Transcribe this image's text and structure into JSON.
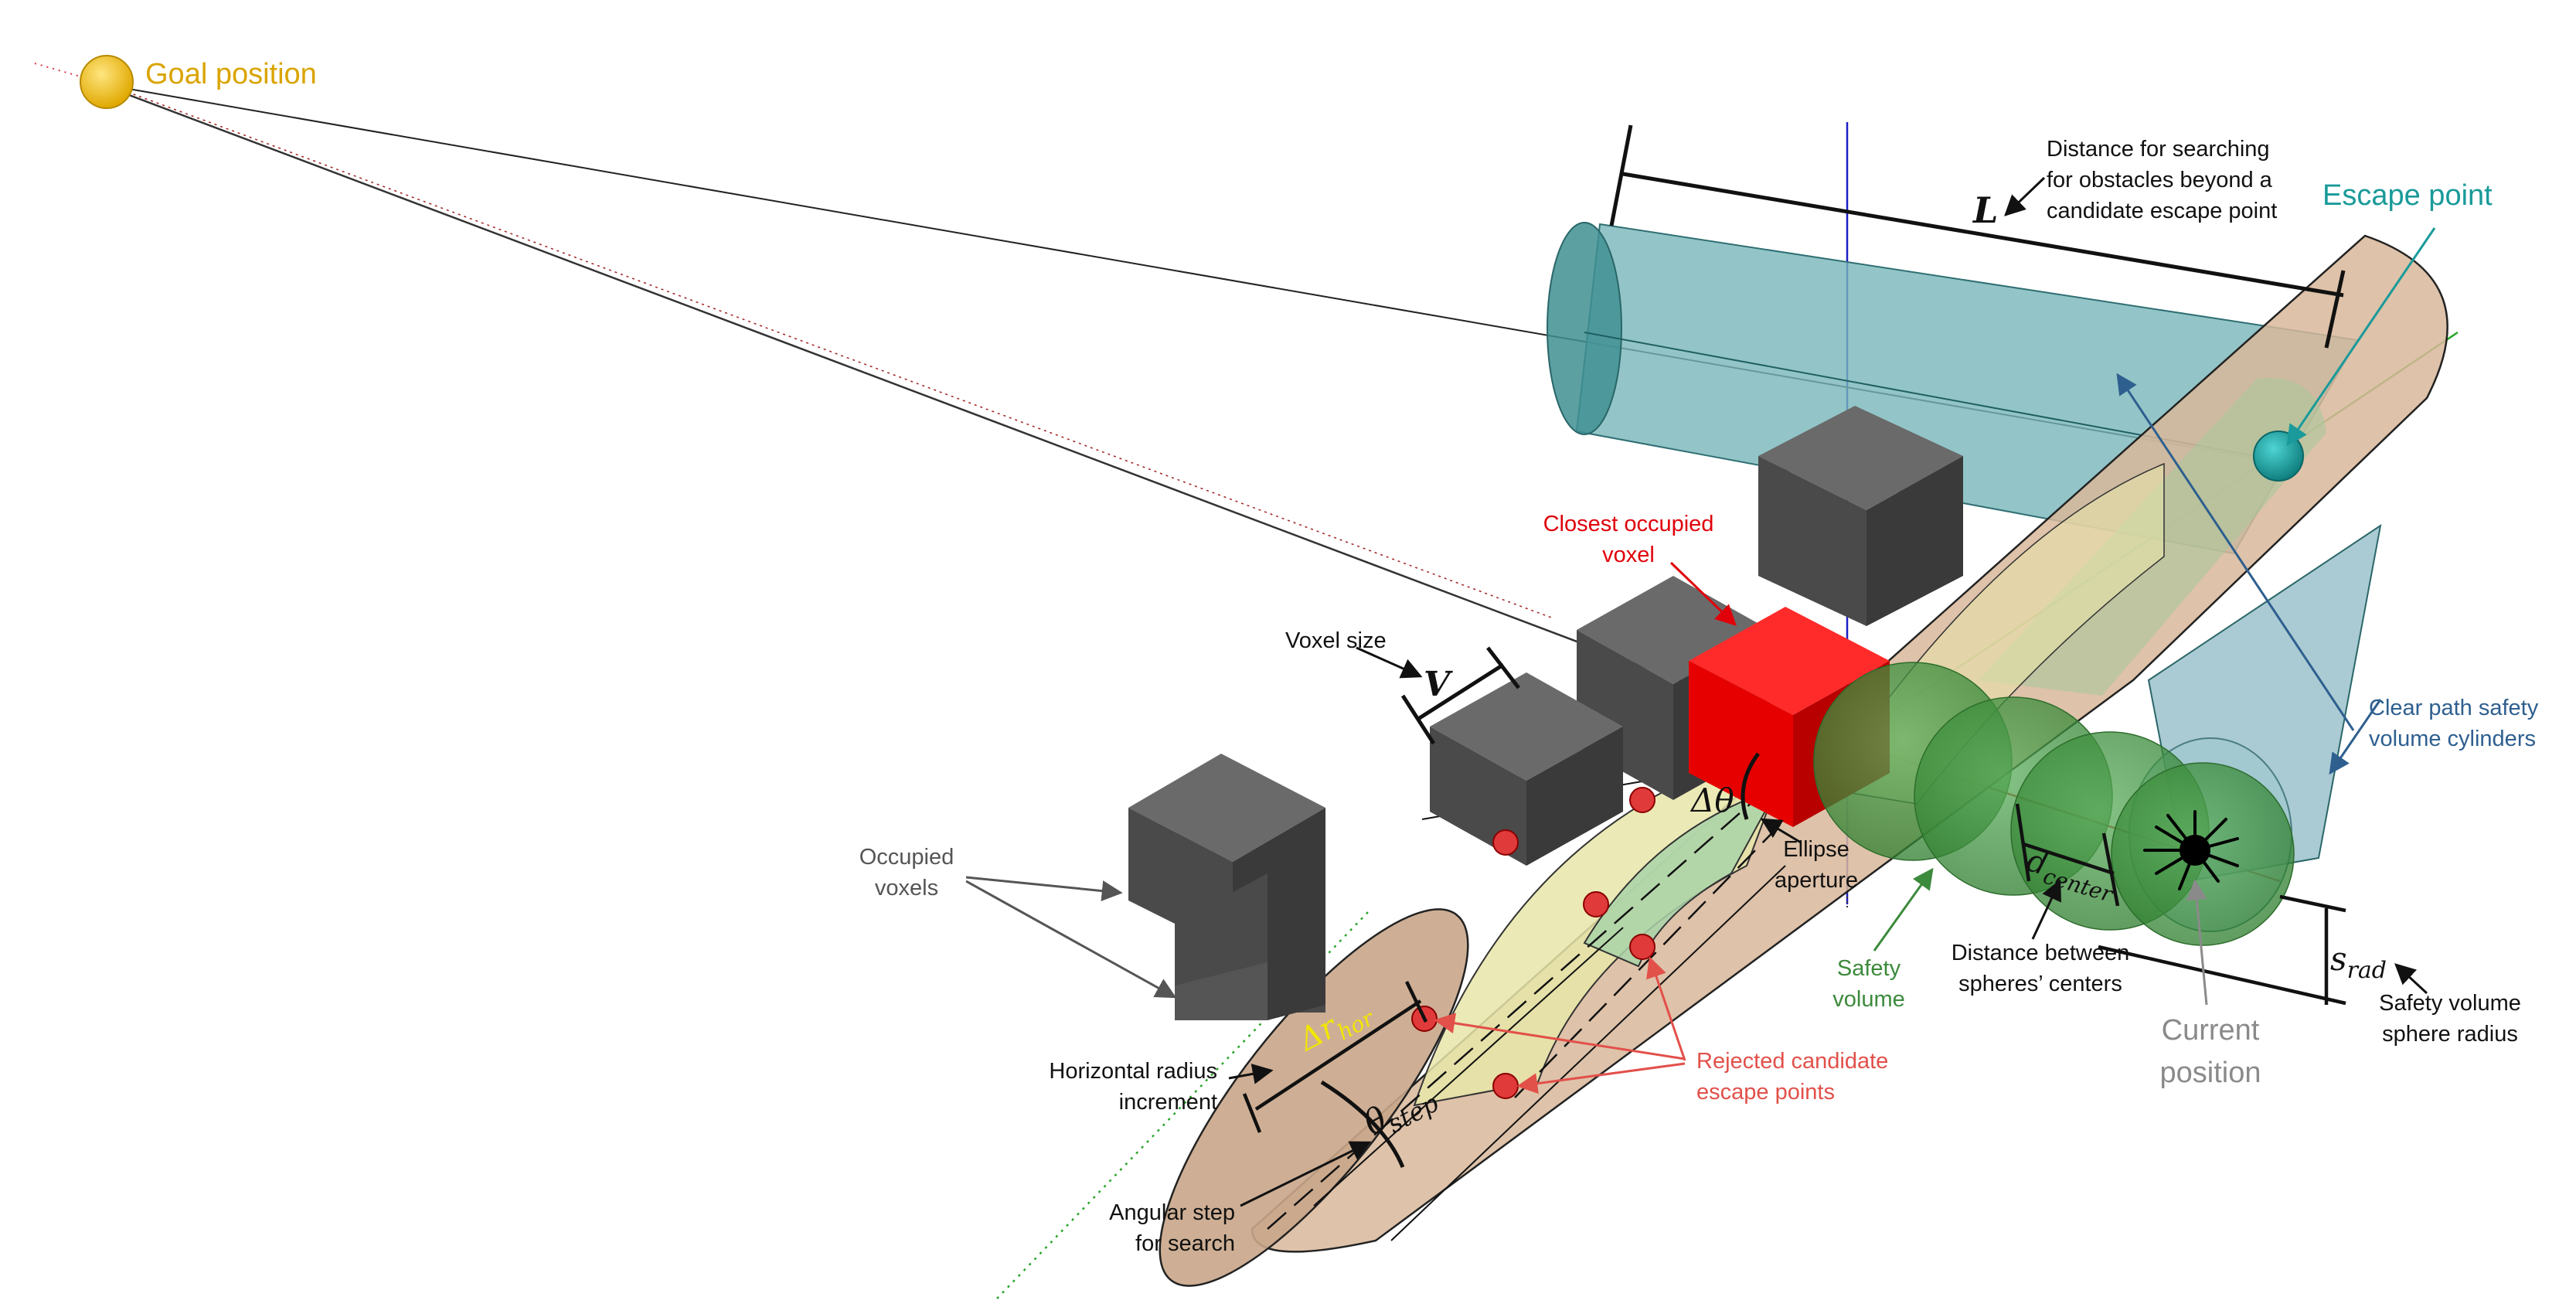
{
  "colors": {
    "goal": "#d9a400",
    "escape": "#1a9a9a",
    "red_label": "#e0000a",
    "rejected": "#e2504a",
    "safety": "#3c8a3c",
    "clear_path": "#2e5f8f",
    "current": "#8a8a8a",
    "black": "#111111",
    "gray_label": "#555555"
  },
  "labels": {
    "goal_position": "Goal position",
    "escape_point": "Escape point",
    "distance_searching": [
      "Distance for searching",
      "for obstacles beyond a",
      "candidate escape point"
    ],
    "closest_voxel": [
      "Closest occupied",
      "voxel"
    ],
    "voxel_size": "Voxel size",
    "occupied_voxels": [
      "Occupied",
      "voxels"
    ],
    "clear_path": [
      "Clear path safety",
      "volume cylinders"
    ],
    "ellipse_aperture": [
      "Ellipse",
      "aperture"
    ],
    "safety_volume": [
      "Safety",
      "volume"
    ],
    "distance_centers": [
      "Distance between",
      "spheres’ centers"
    ],
    "safety_radius": [
      "Safety volume",
      "sphere radius"
    ],
    "current_position": [
      "Current",
      "position"
    ],
    "rejected_points": [
      "Rejected candidate",
      "escape points"
    ],
    "horizontal_radius": [
      "Horizontal radius",
      "increment"
    ],
    "angular_step": [
      "Angular step",
      "for search"
    ]
  },
  "symbols": {
    "L": "L",
    "V": "V",
    "delta_theta": "Δθ",
    "d_center": "d",
    "d_center_sub": "center",
    "s_rad": "s",
    "s_rad_sub": "rad",
    "delta_r": "Δr",
    "delta_r_sub": "hor",
    "theta_step": "θ",
    "theta_step_sub": "step"
  }
}
